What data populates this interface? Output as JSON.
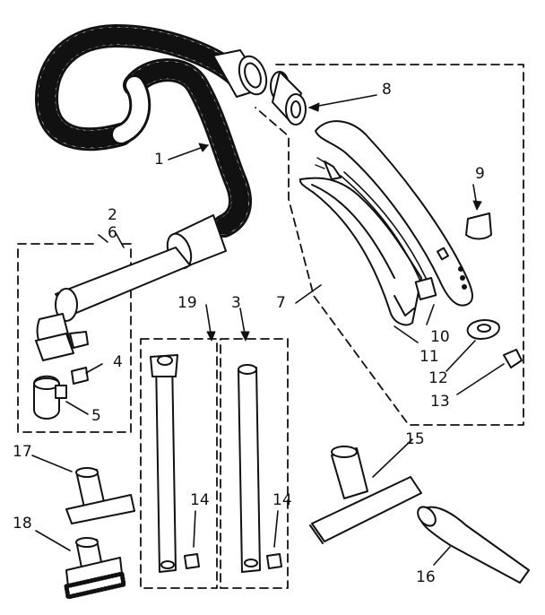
{
  "diagram": {
    "callouts": [
      "1",
      "2",
      "6",
      "3",
      "4",
      "5",
      "7",
      "8",
      "9",
      "10",
      "11",
      "12",
      "13",
      "14",
      "14",
      "15",
      "16",
      "17",
      "18",
      "19"
    ]
  },
  "colors": {
    "ink": "#111111",
    "paper": "#ffffff"
  }
}
